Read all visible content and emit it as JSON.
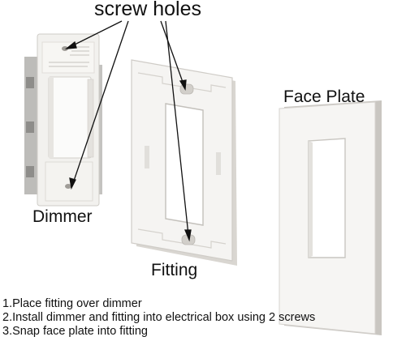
{
  "labels": {
    "screw_holes": "screw holes",
    "dimmer": "Dimmer",
    "fitting": "Fitting",
    "face_plate": "Face Plate"
  },
  "steps": [
    "1.Place fitting over dimmer",
    "2.Install dimmer and fitting into electrical box using 2 screws",
    "3.Snap face plate into fitting"
  ],
  "colors": {
    "plate_fill": "#f5f4f2",
    "plate_edge": "#d6d3cf",
    "shadow": "#c9c6c1",
    "metal": "#b9b9b7",
    "rocker": "#fbfbfa",
    "arrow": "#111111"
  }
}
